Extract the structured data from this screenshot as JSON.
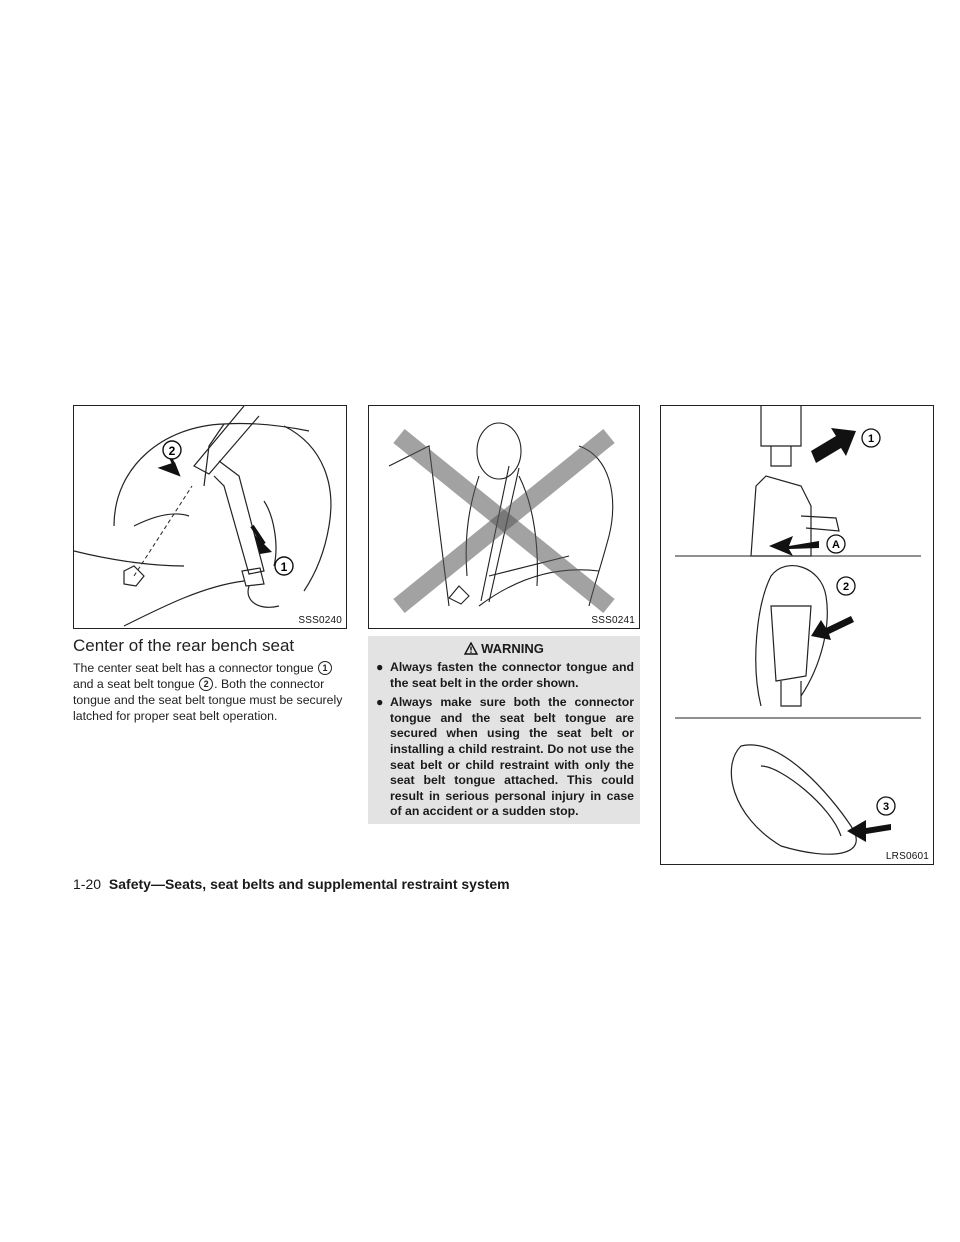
{
  "figures": {
    "fig1": {
      "code": "SSS0240",
      "callouts": [
        "2",
        "1"
      ]
    },
    "fig2": {
      "code": "SSS0241"
    },
    "fig3": {
      "code": "LRS0601",
      "callouts": [
        "1",
        "A",
        "2",
        "3"
      ]
    }
  },
  "section": {
    "heading": "Center of the rear bench seat",
    "paragraph": {
      "part1": "The center seat belt has a connector tongue",
      "num1": "1",
      "part2": "and a seat belt tongue",
      "num2": "2",
      "part3": ". Both the connector tongue and the seat belt tongue must be securely latched for proper seat belt operation."
    }
  },
  "warning": {
    "title": "WARNING",
    "bullet": "●",
    "items": [
      "Always fasten the connector tongue and the seat belt in the order shown.",
      "Always make sure both the connector tongue and the seat belt tongue are secured when using the seat belt or installing a child restraint. Do not use the seat belt or child restraint with only the seat belt tongue attached. This could result in serious personal injury in case of an accident or a sudden stop."
    ]
  },
  "footer": {
    "page_number": "1-20",
    "section_title": "Safety—Seats, seat belts and supplemental restraint system"
  }
}
